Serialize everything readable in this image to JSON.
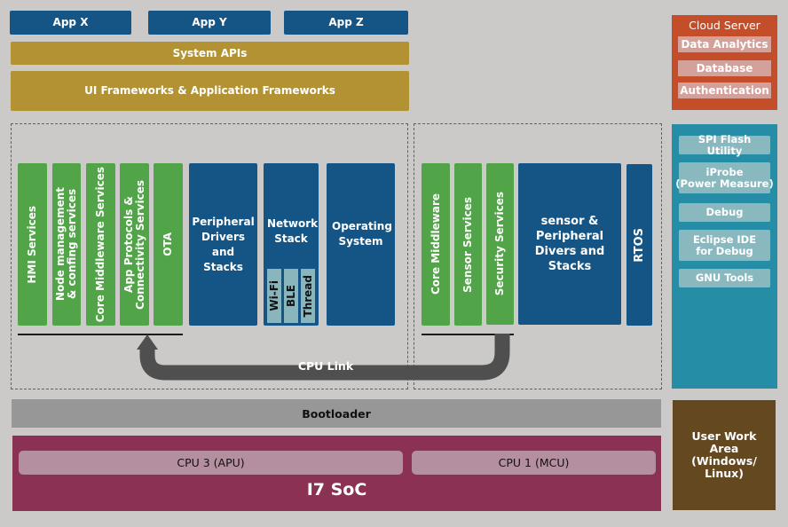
{
  "apps": [
    "App X",
    "App Y",
    "App Z"
  ],
  "system_apis": "System APIs",
  "frameworks": "UI Frameworks & Application Frameworks",
  "apu_block": {
    "green_services": [
      "HMI Services",
      "Node management\n& confing services",
      "Core Middleware Services",
      "App Protocols &\nConnectivity Services",
      "OTA"
    ],
    "peripheral_drivers": "Peripheral Drivers and Stacks",
    "network_stack": {
      "title": "Network Stack",
      "protocols": [
        "Wi-Fi",
        "BLE",
        "Thread"
      ]
    },
    "operating_system": "Operating System"
  },
  "mcu_block": {
    "green_services": [
      "Core Middleware",
      "Sensor Services",
      "Security Services"
    ],
    "sensor_drivers": "sensor & Peripheral Divers and Stacks",
    "rtos": "RTOS"
  },
  "cpu_link": "CPU  Link",
  "bootloader": "Bootloader",
  "soc": {
    "name": "I7 SoC",
    "cpus": [
      "CPU 3 (APU)",
      "CPU 1 (MCU)"
    ]
  },
  "cloud_server": {
    "title": "Cloud Server",
    "items": [
      "Data Analytics",
      "Database",
      "Authentication"
    ]
  },
  "tools": [
    "SPI Flash Utility",
    "iProbe\n(Power Measure)",
    "Debug",
    "Eclipse IDE\nfor Debug",
    "GNU Tools"
  ],
  "user_work_area": "User Work Area (Windows/ Linux)",
  "colors": {
    "background": "#cbcac8",
    "blue": "#155585",
    "gold": "#b39233",
    "green": "#51a447",
    "cloud": "#c44e2a",
    "tools_panel": "#258ea6",
    "user_area": "#644820",
    "soc": "#8b3153",
    "bootloader": "#979797",
    "link": "#4f4f4f"
  }
}
